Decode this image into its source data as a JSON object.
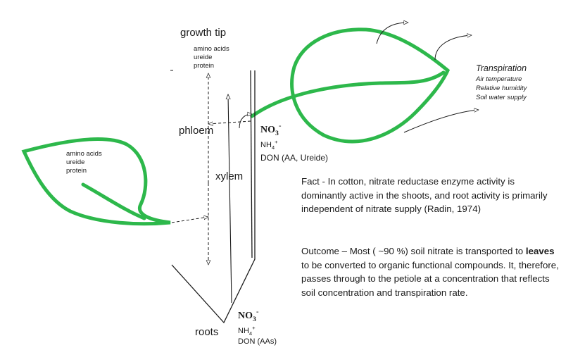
{
  "labels": {
    "growth_tip": "growth tip",
    "phloem": "phloem",
    "xylem": "xylem",
    "roots": "roots",
    "transpiration": "Transpiration"
  },
  "tip_compounds": [
    "amino acids",
    "ureide",
    "protein"
  ],
  "leaf_compounds": [
    "amino acids",
    "ureide",
    "protein"
  ],
  "transpiration_factors": [
    "Air temperature",
    "Relative humidity",
    "Soil water supply"
  ],
  "upper_species": {
    "no3": "NO3",
    "no3_charge": "-",
    "nh4": "NH4",
    "nh4_charge": "+",
    "don": "DON (AA, Ureide)"
  },
  "lower_species": {
    "no3": "NO3",
    "no3_charge": "-",
    "nh4": "NH4",
    "nh4_charge": "+",
    "don": "DON (AAs)"
  },
  "fact_text": "Fact - In cotton, nitrate reductase enzyme activity is dominantly active in the shoots, and root activity is primarily independent of nitrate supply (Radin, 1974)",
  "outcome": {
    "before": "Outcome – Most ( ~90 %) soil nitrate is transported to ",
    "bold": "leaves",
    "after": " to be converted to organic functional compounds. It, therefore, passes through to the petiole at a concentration that reflects soil concentration and transpiration rate."
  },
  "colors": {
    "leaf": "#2db84b",
    "line": "#1a1a1a"
  }
}
